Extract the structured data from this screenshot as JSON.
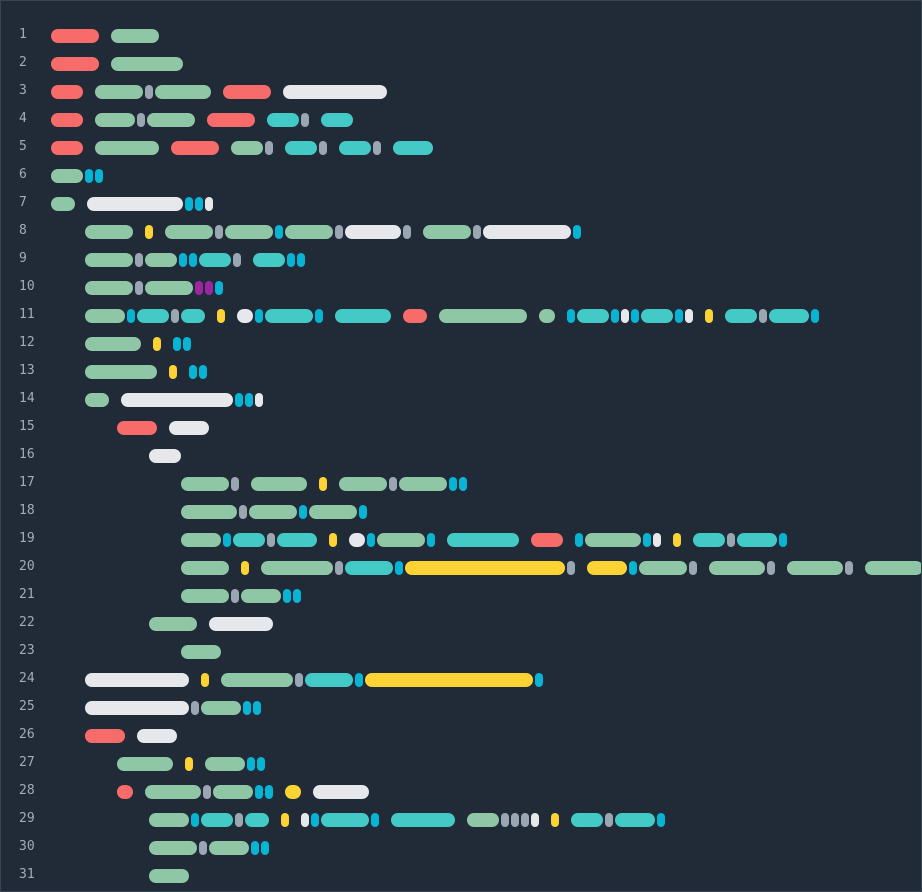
{
  "colors": {
    "background": "#212b38",
    "line_number": "#a3acb9",
    "R": "#f86b6b",
    "G": "#8fc6a6",
    "W": "#e6e8ec",
    "C": "#44cac6",
    "B": "#08b4d4",
    "Y": "#fcd335",
    "S": "#9aa7b3",
    "P": "#9a26a0"
  },
  "lines": [
    {
      "n": "1",
      "tokens": [
        [
          "R",
          50,
          48
        ],
        [
          "G",
          110,
          48
        ]
      ]
    },
    {
      "n": "2",
      "tokens": [
        [
          "R",
          50,
          48
        ],
        [
          "G",
          110,
          72
        ]
      ]
    },
    {
      "n": "3",
      "tokens": [
        [
          "R",
          50,
          32
        ],
        [
          "G",
          94,
          48
        ],
        [
          "S",
          144,
          8
        ],
        [
          "G",
          154,
          56
        ],
        [
          "R",
          222,
          48
        ],
        [
          "W",
          282,
          104
        ]
      ]
    },
    {
      "n": "4",
      "tokens": [
        [
          "R",
          50,
          32
        ],
        [
          "G",
          94,
          40
        ],
        [
          "S",
          136,
          8
        ],
        [
          "G",
          146,
          48
        ],
        [
          "R",
          206,
          48
        ],
        [
          "C",
          266,
          32
        ],
        [
          "S",
          300,
          8
        ],
        [
          "C",
          320,
          32
        ]
      ]
    },
    {
      "n": "5",
      "tokens": [
        [
          "R",
          50,
          32
        ],
        [
          "G",
          94,
          64
        ],
        [
          "R",
          170,
          48
        ],
        [
          "G",
          230,
          32
        ],
        [
          "S",
          264,
          8
        ],
        [
          "C",
          284,
          32
        ],
        [
          "S",
          318,
          8
        ],
        [
          "C",
          338,
          32
        ],
        [
          "S",
          372,
          8
        ],
        [
          "C",
          392,
          40
        ]
      ]
    },
    {
      "n": "6",
      "tokens": [
        [
          "G",
          50,
          32
        ],
        [
          "B",
          84,
          8
        ],
        [
          "B",
          94,
          8
        ]
      ]
    },
    {
      "n": "7",
      "tokens": [
        [
          "G",
          50,
          24
        ],
        [
          "W",
          86,
          96
        ],
        [
          "B",
          184,
          8
        ],
        [
          "B",
          194,
          8
        ],
        [
          "W",
          204,
          8
        ]
      ]
    },
    {
      "n": "8",
      "tokens": [
        [
          "G",
          84,
          48
        ],
        [
          "Y",
          144,
          8
        ],
        [
          "G",
          164,
          48
        ],
        [
          "S",
          214,
          8
        ],
        [
          "G",
          224,
          48
        ],
        [
          "B",
          274,
          8
        ],
        [
          "G",
          284,
          48
        ],
        [
          "S",
          334,
          8
        ],
        [
          "W",
          344,
          56
        ],
        [
          "S",
          402,
          8
        ],
        [
          "G",
          422,
          48
        ],
        [
          "S",
          472,
          8
        ],
        [
          "W",
          482,
          88
        ],
        [
          "B",
          572,
          8
        ]
      ]
    },
    {
      "n": "9",
      "tokens": [
        [
          "G",
          84,
          48
        ],
        [
          "S",
          134,
          8
        ],
        [
          "G",
          144,
          32
        ],
        [
          "B",
          178,
          8
        ],
        [
          "B",
          188,
          8
        ],
        [
          "C",
          198,
          32
        ],
        [
          "S",
          232,
          8
        ],
        [
          "C",
          252,
          32
        ],
        [
          "B",
          286,
          8
        ],
        [
          "B",
          296,
          8
        ]
      ]
    },
    {
      "n": "10",
      "tokens": [
        [
          "G",
          84,
          48
        ],
        [
          "S",
          134,
          8
        ],
        [
          "G",
          144,
          48
        ],
        [
          "P",
          194,
          8
        ],
        [
          "P",
          204,
          8
        ],
        [
          "B",
          214,
          8
        ]
      ]
    },
    {
      "n": "11",
      "tokens": [
        [
          "G",
          84,
          40
        ],
        [
          "B",
          126,
          8
        ],
        [
          "C",
          136,
          32
        ],
        [
          "S",
          170,
          8
        ],
        [
          "C",
          180,
          24
        ],
        [
          "Y",
          216,
          8
        ],
        [
          "W",
          236,
          16
        ],
        [
          "B",
          254,
          8
        ],
        [
          "C",
          264,
          48
        ],
        [
          "B",
          314,
          8
        ],
        [
          "C",
          334,
          56
        ],
        [
          "R",
          402,
          24
        ],
        [
          "G",
          438,
          88
        ],
        [
          "G",
          538,
          16
        ],
        [
          "B",
          566,
          8
        ],
        [
          "C",
          576,
          32
        ],
        [
          "B",
          610,
          8
        ],
        [
          "W",
          620,
          8
        ],
        [
          "B",
          630,
          8
        ],
        [
          "C",
          640,
          32
        ],
        [
          "B",
          674,
          8
        ],
        [
          "W",
          684,
          8
        ],
        [
          "Y",
          704,
          8
        ],
        [
          "C",
          724,
          32
        ],
        [
          "S",
          758,
          8
        ],
        [
          "C",
          768,
          40
        ],
        [
          "B",
          810,
          8
        ]
      ]
    },
    {
      "n": "12",
      "tokens": [
        [
          "G",
          84,
          56
        ],
        [
          "Y",
          152,
          8
        ],
        [
          "B",
          172,
          8
        ],
        [
          "B",
          182,
          8
        ]
      ]
    },
    {
      "n": "13",
      "tokens": [
        [
          "G",
          84,
          72
        ],
        [
          "Y",
          168,
          8
        ],
        [
          "B",
          188,
          8
        ],
        [
          "B",
          198,
          8
        ]
      ]
    },
    {
      "n": "14",
      "tokens": [
        [
          "G",
          84,
          24
        ],
        [
          "W",
          120,
          112
        ],
        [
          "B",
          234,
          8
        ],
        [
          "B",
          244,
          8
        ],
        [
          "W",
          254,
          8
        ]
      ]
    },
    {
      "n": "15",
      "tokens": [
        [
          "R",
          116,
          40
        ],
        [
          "W",
          168,
          40
        ]
      ]
    },
    {
      "n": "16",
      "tokens": [
        [
          "W",
          148,
          32
        ]
      ]
    },
    {
      "n": "17",
      "tokens": [
        [
          "G",
          180,
          48
        ],
        [
          "S",
          230,
          8
        ],
        [
          "G",
          250,
          56
        ],
        [
          "Y",
          318,
          8
        ],
        [
          "G",
          338,
          48
        ],
        [
          "S",
          388,
          8
        ],
        [
          "G",
          398,
          48
        ],
        [
          "B",
          448,
          8
        ],
        [
          "B",
          458,
          8
        ]
      ]
    },
    {
      "n": "18",
      "tokens": [
        [
          "G",
          180,
          56
        ],
        [
          "S",
          238,
          8
        ],
        [
          "G",
          248,
          48
        ],
        [
          "B",
          298,
          8
        ],
        [
          "G",
          308,
          48
        ],
        [
          "B",
          358,
          8
        ]
      ]
    },
    {
      "n": "19",
      "tokens": [
        [
          "G",
          180,
          40
        ],
        [
          "B",
          222,
          8
        ],
        [
          "C",
          232,
          32
        ],
        [
          "S",
          266,
          8
        ],
        [
          "C",
          276,
          40
        ],
        [
          "Y",
          328,
          8
        ],
        [
          "W",
          348,
          16
        ],
        [
          "B",
          366,
          8
        ],
        [
          "G",
          376,
          48
        ],
        [
          "B",
          426,
          8
        ],
        [
          "C",
          446,
          72
        ],
        [
          "R",
          530,
          32
        ],
        [
          "B",
          574,
          8
        ],
        [
          "G",
          584,
          56
        ],
        [
          "B",
          642,
          8
        ],
        [
          "W",
          652,
          8
        ],
        [
          "Y",
          672,
          8
        ],
        [
          "C",
          692,
          32
        ],
        [
          "S",
          726,
          8
        ],
        [
          "C",
          736,
          40
        ],
        [
          "B",
          778,
          8
        ]
      ]
    },
    {
      "n": "20",
      "tokens": [
        [
          "G",
          180,
          48
        ],
        [
          "Y",
          240,
          8
        ],
        [
          "G",
          260,
          72
        ],
        [
          "S",
          334,
          8
        ],
        [
          "C",
          344,
          48
        ],
        [
          "B",
          394,
          8
        ],
        [
          "Y",
          404,
          160
        ],
        [
          "S",
          566,
          8
        ],
        [
          "Y",
          586,
          40
        ],
        [
          "B",
          628,
          8
        ],
        [
          "G",
          638,
          48
        ],
        [
          "S",
          688,
          8
        ],
        [
          "G",
          708,
          56
        ],
        [
          "S",
          766,
          8
        ],
        [
          "G",
          786,
          56
        ],
        [
          "S",
          844,
          8
        ],
        [
          "G",
          864,
          58
        ]
      ]
    },
    {
      "n": "21",
      "tokens": [
        [
          "G",
          180,
          48
        ],
        [
          "S",
          230,
          8
        ],
        [
          "G",
          240,
          40
        ],
        [
          "B",
          282,
          8
        ],
        [
          "B",
          292,
          8
        ]
      ]
    },
    {
      "n": "22",
      "tokens": [
        [
          "G",
          148,
          48
        ],
        [
          "W",
          208,
          64
        ]
      ]
    },
    {
      "n": "23",
      "tokens": [
        [
          "G",
          180,
          40
        ]
      ]
    },
    {
      "n": "24",
      "tokens": [
        [
          "W",
          84,
          104
        ],
        [
          "Y",
          200,
          8
        ],
        [
          "G",
          220,
          72
        ],
        [
          "S",
          294,
          8
        ],
        [
          "C",
          304,
          48
        ],
        [
          "B",
          354,
          8
        ],
        [
          "Y",
          364,
          168
        ],
        [
          "B",
          534,
          8
        ]
      ]
    },
    {
      "n": "25",
      "tokens": [
        [
          "W",
          84,
          104
        ],
        [
          "S",
          190,
          8
        ],
        [
          "G",
          200,
          40
        ],
        [
          "B",
          242,
          8
        ],
        [
          "B",
          252,
          8
        ]
      ]
    },
    {
      "n": "26",
      "tokens": [
        [
          "R",
          84,
          40
        ],
        [
          "W",
          136,
          40
        ]
      ]
    },
    {
      "n": "27",
      "tokens": [
        [
          "G",
          116,
          56
        ],
        [
          "Y",
          184,
          8
        ],
        [
          "G",
          204,
          40
        ],
        [
          "B",
          246,
          8
        ],
        [
          "B",
          256,
          8
        ]
      ]
    },
    {
      "n": "28",
      "tokens": [
        [
          "R",
          116,
          16
        ],
        [
          "G",
          144,
          56
        ],
        [
          "S",
          202,
          8
        ],
        [
          "G",
          212,
          40
        ],
        [
          "B",
          254,
          8
        ],
        [
          "B",
          264,
          8
        ],
        [
          "Y",
          284,
          16
        ],
        [
          "W",
          312,
          56
        ]
      ]
    },
    {
      "n": "29",
      "tokens": [
        [
          "G",
          148,
          40
        ],
        [
          "B",
          190,
          8
        ],
        [
          "C",
          200,
          32
        ],
        [
          "S",
          234,
          8
        ],
        [
          "C",
          244,
          24
        ],
        [
          "Y",
          280,
          8
        ],
        [
          "W",
          300,
          8
        ],
        [
          "B",
          310,
          8
        ],
        [
          "C",
          320,
          48
        ],
        [
          "B",
          370,
          8
        ],
        [
          "C",
          390,
          64
        ],
        [
          "G",
          466,
          32
        ],
        [
          "S",
          500,
          8
        ],
        [
          "S",
          510,
          8
        ],
        [
          "S",
          520,
          8
        ],
        [
          "W",
          530,
          8
        ],
        [
          "Y",
          550,
          8
        ],
        [
          "C",
          570,
          32
        ],
        [
          "S",
          604,
          8
        ],
        [
          "C",
          614,
          40
        ],
        [
          "B",
          656,
          8
        ]
      ]
    },
    {
      "n": "30",
      "tokens": [
        [
          "G",
          148,
          48
        ],
        [
          "S",
          198,
          8
        ],
        [
          "G",
          208,
          40
        ],
        [
          "B",
          250,
          8
        ],
        [
          "B",
          260,
          8
        ]
      ]
    },
    {
      "n": "31",
      "tokens": [
        [
          "G",
          148,
          40
        ]
      ]
    }
  ]
}
